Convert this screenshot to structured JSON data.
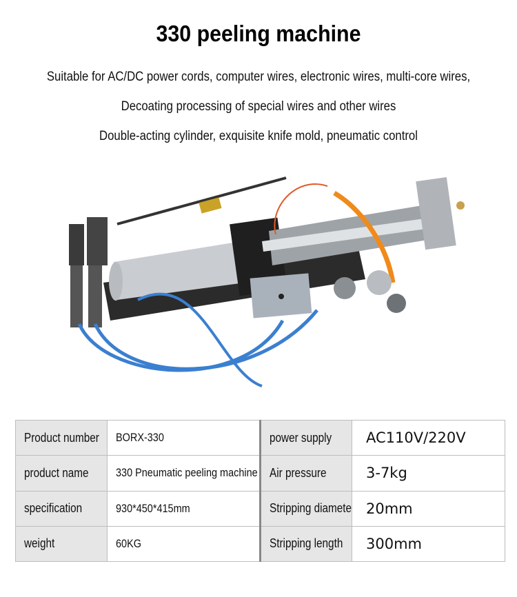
{
  "header": {
    "title": "330 peeling machine",
    "description_lines": [
      "Suitable for AC/DC power cords, computer wires, electronic wires, multi-core wires,",
      "Decoating processing of special wires and other wires",
      "Double-acting cylinder, exquisite knife mold, pneumatic control"
    ]
  },
  "product_image": {
    "subject": "pneumatic wire peeling machine photo",
    "colors": {
      "cylinder": "#c9ccd0",
      "frame": "#2a2a2a",
      "blue_hose": "#3b7fd0",
      "orange_hose": "#f08a1a",
      "valve_box": "#a9b2bb"
    }
  },
  "spec_table": {
    "rows": [
      {
        "label": "Product number",
        "value": "BORX-330",
        "label2": "power supply",
        "value2": "AC110V/220V"
      },
      {
        "label": "product name",
        "value": "330 Pneumatic peeling machine",
        "label2": "Air pressure",
        "value2": "3-7kg"
      },
      {
        "label": "specification",
        "value": "930*450*415mm",
        "label2": "Stripping diameter",
        "value2": "20mm"
      },
      {
        "label": "weight",
        "value": "60KG",
        "label2": "Stripping length",
        "value2": "300mm"
      }
    ]
  }
}
